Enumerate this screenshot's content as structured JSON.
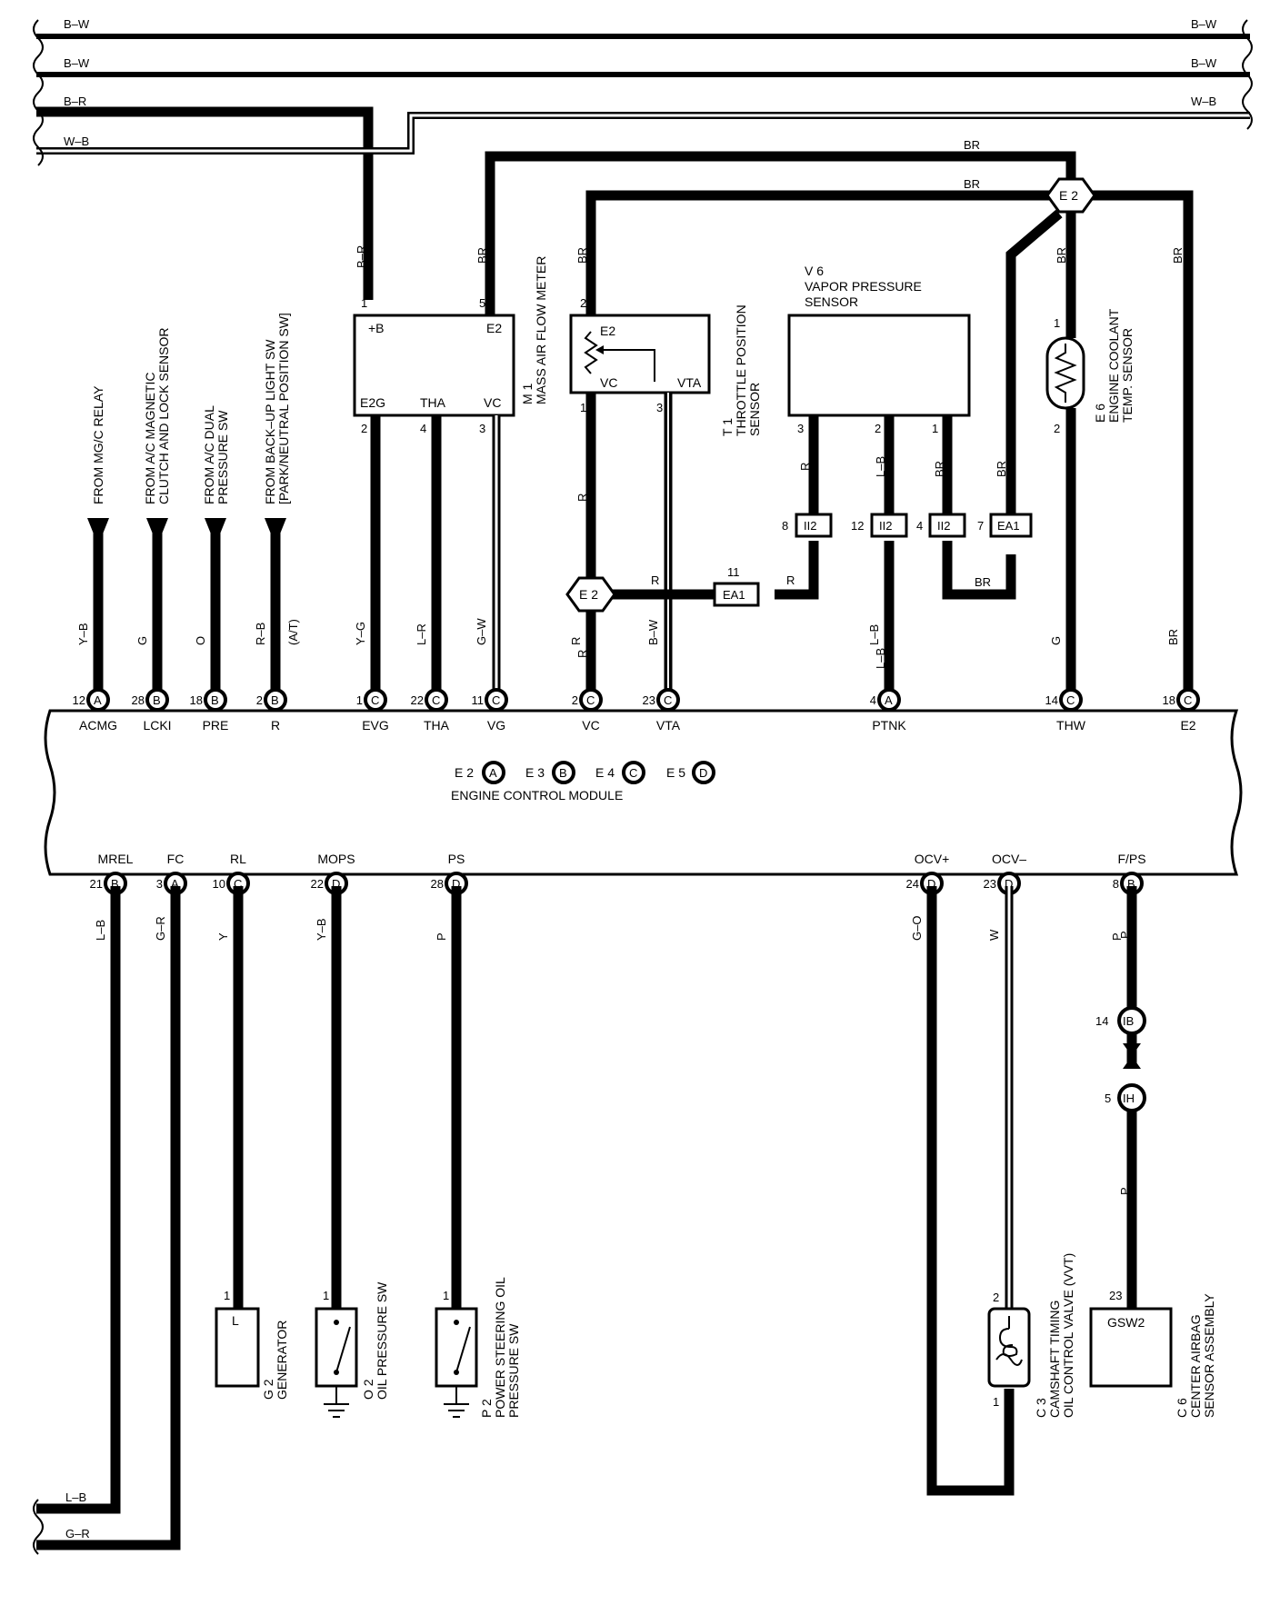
{
  "buses": [
    {
      "left": "B–W",
      "right": "B–W"
    },
    {
      "left": "B–W",
      "right": "B–W"
    },
    {
      "left": "B–R",
      "right": "W–B"
    },
    {
      "left": "W–B",
      "right": ""
    }
  ],
  "ecm": {
    "name": "ENGINE CONTROL MODULE",
    "connectors": [
      {
        "code": "E 2",
        "letter": "A"
      },
      {
        "code": "E 3",
        "letter": "B"
      },
      {
        "code": "E 4",
        "letter": "C"
      },
      {
        "code": "E 5",
        "letter": "D"
      }
    ],
    "top_terminals": [
      {
        "pin": "12",
        "conn": "A",
        "name": "ACMG",
        "wire": "Y–B"
      },
      {
        "pin": "28",
        "conn": "B",
        "name": "LCKI",
        "wire": "G"
      },
      {
        "pin": "18",
        "conn": "B",
        "name": "PRE",
        "wire": "O"
      },
      {
        "pin": "2",
        "conn": "B",
        "name": "R",
        "wire": "R–B",
        "note": "(A/T)"
      },
      {
        "pin": "1",
        "conn": "C",
        "name": "EVG",
        "wire": "Y–G"
      },
      {
        "pin": "22",
        "conn": "C",
        "name": "THA",
        "wire": "L–R"
      },
      {
        "pin": "11",
        "conn": "C",
        "name": "VG",
        "wire": "G–W"
      },
      {
        "pin": "2",
        "conn": "C",
        "name": "VC",
        "wire": "R"
      },
      {
        "pin": "23",
        "conn": "C",
        "name": "VTA",
        "wire": "B–W"
      },
      {
        "pin": "4",
        "conn": "A",
        "name": "PTNK",
        "wire": "L–B"
      },
      {
        "pin": "14",
        "conn": "C",
        "name": "THW",
        "wire": "G"
      },
      {
        "pin": "18",
        "conn": "C",
        "name": "E2",
        "wire": "BR"
      }
    ],
    "bottom_terminals": [
      {
        "pin": "21",
        "conn": "B",
        "name": "MREL",
        "wire": "L–B"
      },
      {
        "pin": "3",
        "conn": "A",
        "name": "FC",
        "wire": "G–R"
      },
      {
        "pin": "10",
        "conn": "C",
        "name": "RL",
        "wire": "Y"
      },
      {
        "pin": "22",
        "conn": "D",
        "name": "MOPS",
        "wire": "Y–B"
      },
      {
        "pin": "28",
        "conn": "D",
        "name": "PS",
        "wire": "P"
      },
      {
        "pin": "24",
        "conn": "D",
        "name": "OCV+",
        "wire": "G–O"
      },
      {
        "pin": "23",
        "conn": "D",
        "name": "OCV–",
        "wire": "W"
      },
      {
        "pin": "8",
        "conn": "B",
        "name": "F/PS",
        "wire": "P"
      }
    ]
  },
  "inputs": [
    {
      "label": "FROM MG/C RELAY"
    },
    {
      "label": "FROM A/C MAGNETIC CLUTCH AND LOCK SENSOR"
    },
    {
      "label": "FROM A/C DUAL PRESSURE SW"
    },
    {
      "label": "FROM BACK–UP LIGHT SW [PARK/NEUTRAL POSITION SW]"
    }
  ],
  "components": {
    "m1": {
      "id": "M 1",
      "name": "MASS AIR FLOW METER",
      "pins": [
        "+B",
        "E2",
        "E2G",
        "THA",
        "VC"
      ],
      "pin_numbers": [
        "1",
        "5",
        "2",
        "4",
        "3"
      ]
    },
    "t1": {
      "id": "T 1",
      "name": "THROTTLE POSITION SENSOR",
      "pins": [
        "E2",
        "VC",
        "VTA"
      ],
      "pin_numbers": [
        "2",
        "1",
        "3"
      ]
    },
    "v6": {
      "id": "V 6",
      "name": "VAPOR PRESSURE SENSOR",
      "pin_numbers": [
        "3",
        "2",
        "1"
      ]
    },
    "e6": {
      "id": "E 6",
      "name": "ENGINE COOLANT TEMP. SENSOR",
      "pin_numbers": [
        "1",
        "2"
      ]
    },
    "g2": {
      "id": "G 2",
      "name": "GENERATOR",
      "pin": "L",
      "pin_number": "1"
    },
    "o2": {
      "id": "O 2",
      "name": "OIL PRESSURE SW",
      "pin_number": "1"
    },
    "p2": {
      "id": "P 2",
      "name": "POWER STEERING OIL PRESSURE SW",
      "pin_number": "1"
    },
    "c3": {
      "id": "C 3",
      "name": "CAMSHAFT TIMING OIL CONTROL VALVE (VVT)",
      "pin_numbers": [
        "2",
        "1"
      ]
    },
    "c6": {
      "id": "C 6",
      "name": "CENTER AIRBAG SENSOR ASSEMBLY",
      "pin": "GSW2",
      "pin_number": "23"
    }
  },
  "junctions": {
    "e2_top": "E 2",
    "e2_mid": "E 2"
  },
  "connectors": {
    "ii2_a": {
      "code": "II2",
      "pin": "8"
    },
    "ii2_b": {
      "code": "II2",
      "pin": "12"
    },
    "ii2_c": {
      "code": "II2",
      "pin": "4"
    },
    "ea1_a": {
      "code": "EA1",
      "pin": "7"
    },
    "ea1_b": {
      "code": "EA1",
      "pin": "11"
    },
    "ib": {
      "code": "IB",
      "pin": "14"
    },
    "ih": {
      "code": "IH",
      "pin": "5"
    }
  },
  "wire_colors": {
    "br": "BR",
    "b_r": "B–R",
    "r": "R",
    "lb": "L–B",
    "p": "P",
    "g_o": "G–O",
    "w": "W",
    "g_r": "G–R"
  }
}
